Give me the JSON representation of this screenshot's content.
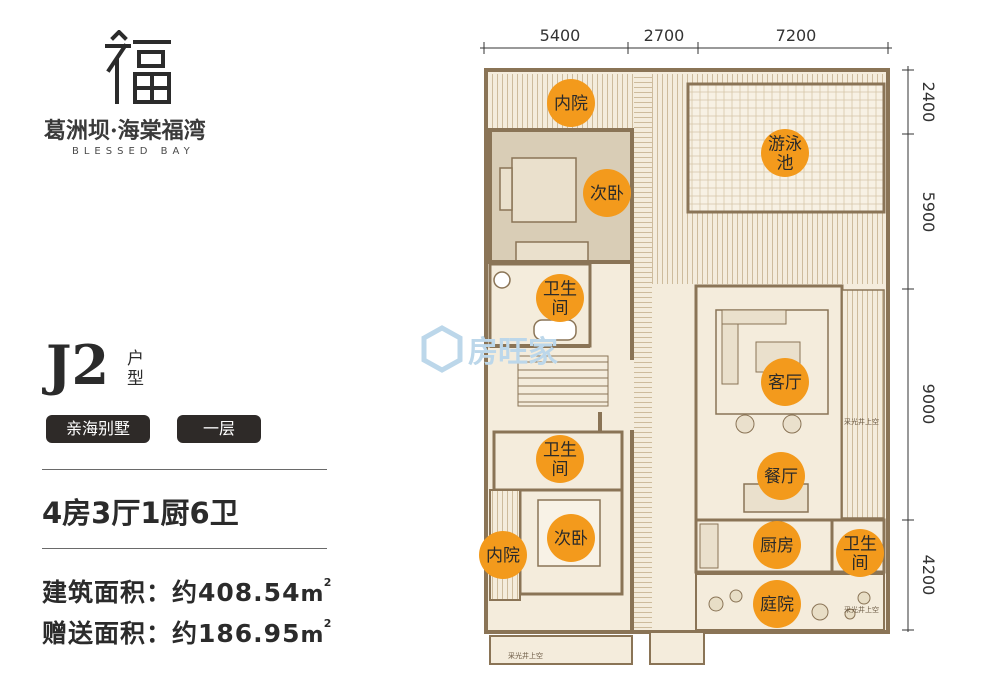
{
  "brand": {
    "logo_char": "福",
    "name": "葛洲坝·海棠福湾",
    "name_en": "BLESSED BAY"
  },
  "unit_type": {
    "code": "J2",
    "word": "户型",
    "category": "亲海别墅",
    "floor": "一层"
  },
  "layout": "4房3厅1厨6卫",
  "area": {
    "built": "建筑面积：约408.54",
    "gift": "赠送面积：约186.95",
    "unit": "m",
    "unit_sup": "2"
  },
  "watermark": "房旺家",
  "dimensions": {
    "top": [
      "5400",
      "2700",
      "7200"
    ],
    "right": [
      "2400",
      "5900",
      "9000",
      "4200"
    ]
  },
  "rooms": [
    {
      "id": "inner-court-top",
      "lines": [
        "内院"
      ]
    },
    {
      "id": "secondary-bedroom-top",
      "lines": [
        "次卧"
      ]
    },
    {
      "id": "bathroom-top",
      "lines": [
        "卫生",
        "间"
      ]
    },
    {
      "id": "bathroom-mid",
      "lines": [
        "卫生",
        "间"
      ]
    },
    {
      "id": "secondary-bedroom-bottom",
      "lines": [
        "次卧"
      ]
    },
    {
      "id": "inner-court-bottom",
      "lines": [
        "内院"
      ]
    },
    {
      "id": "pool",
      "lines": [
        "游泳",
        "池"
      ]
    },
    {
      "id": "living-room",
      "lines": [
        "客厅"
      ]
    },
    {
      "id": "dining-room",
      "lines": [
        "餐厅"
      ]
    },
    {
      "id": "kitchen",
      "lines": [
        "厨房"
      ]
    },
    {
      "id": "bathroom-right",
      "lines": [
        "卫生",
        "间"
      ]
    },
    {
      "id": "courtyard",
      "lines": [
        "庭院"
      ]
    }
  ],
  "notes": {
    "skylight": "采光井上空"
  },
  "colors": {
    "room_marker": "#f39a1c",
    "plan_line": "#8a7456",
    "plan_fill": "#f3ead9",
    "badge": "#2e2a28"
  }
}
